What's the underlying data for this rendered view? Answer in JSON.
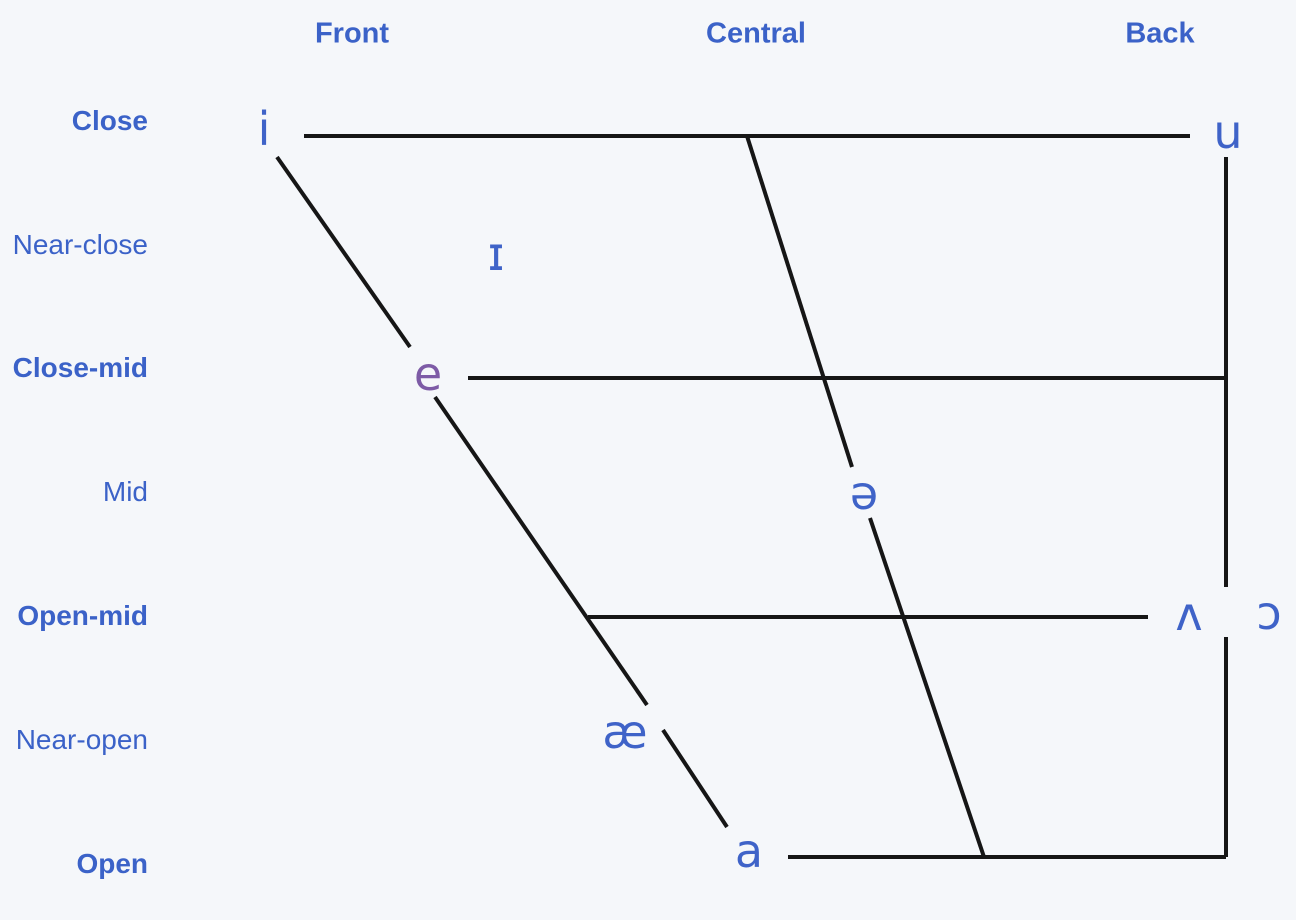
{
  "diagram_type": "ipa-vowel-chart",
  "column_headers": [
    {
      "label": "Front"
    },
    {
      "label": "Central"
    },
    {
      "label": "Back"
    }
  ],
  "row_labels": [
    {
      "label": "Close",
      "weight": "bold"
    },
    {
      "label": "Near-close",
      "weight": "regular"
    },
    {
      "label": "Close-mid",
      "weight": "bold"
    },
    {
      "label": "Mid",
      "weight": "regular"
    },
    {
      "label": "Open-mid",
      "weight": "bold"
    },
    {
      "label": "Near-open",
      "weight": "regular"
    },
    {
      "label": "Open",
      "weight": "bold"
    }
  ],
  "vowels": [
    {
      "symbol": "i"
    },
    {
      "symbol": "u"
    },
    {
      "symbol": "ɪ"
    },
    {
      "symbol": "e"
    },
    {
      "symbol": "ə"
    },
    {
      "symbol": "ʌ"
    },
    {
      "symbol": "ɔ"
    },
    {
      "symbol": "æ"
    },
    {
      "symbol": "a"
    }
  ],
  "highlighted_vowel": "e",
  "colors": {
    "background": "#f5f7fa",
    "label_blue": "#3b62c8",
    "vowel_blue": "#3f63c8",
    "vowel_highlight_purple": "#7d5ba6",
    "line_black": "#161616"
  }
}
